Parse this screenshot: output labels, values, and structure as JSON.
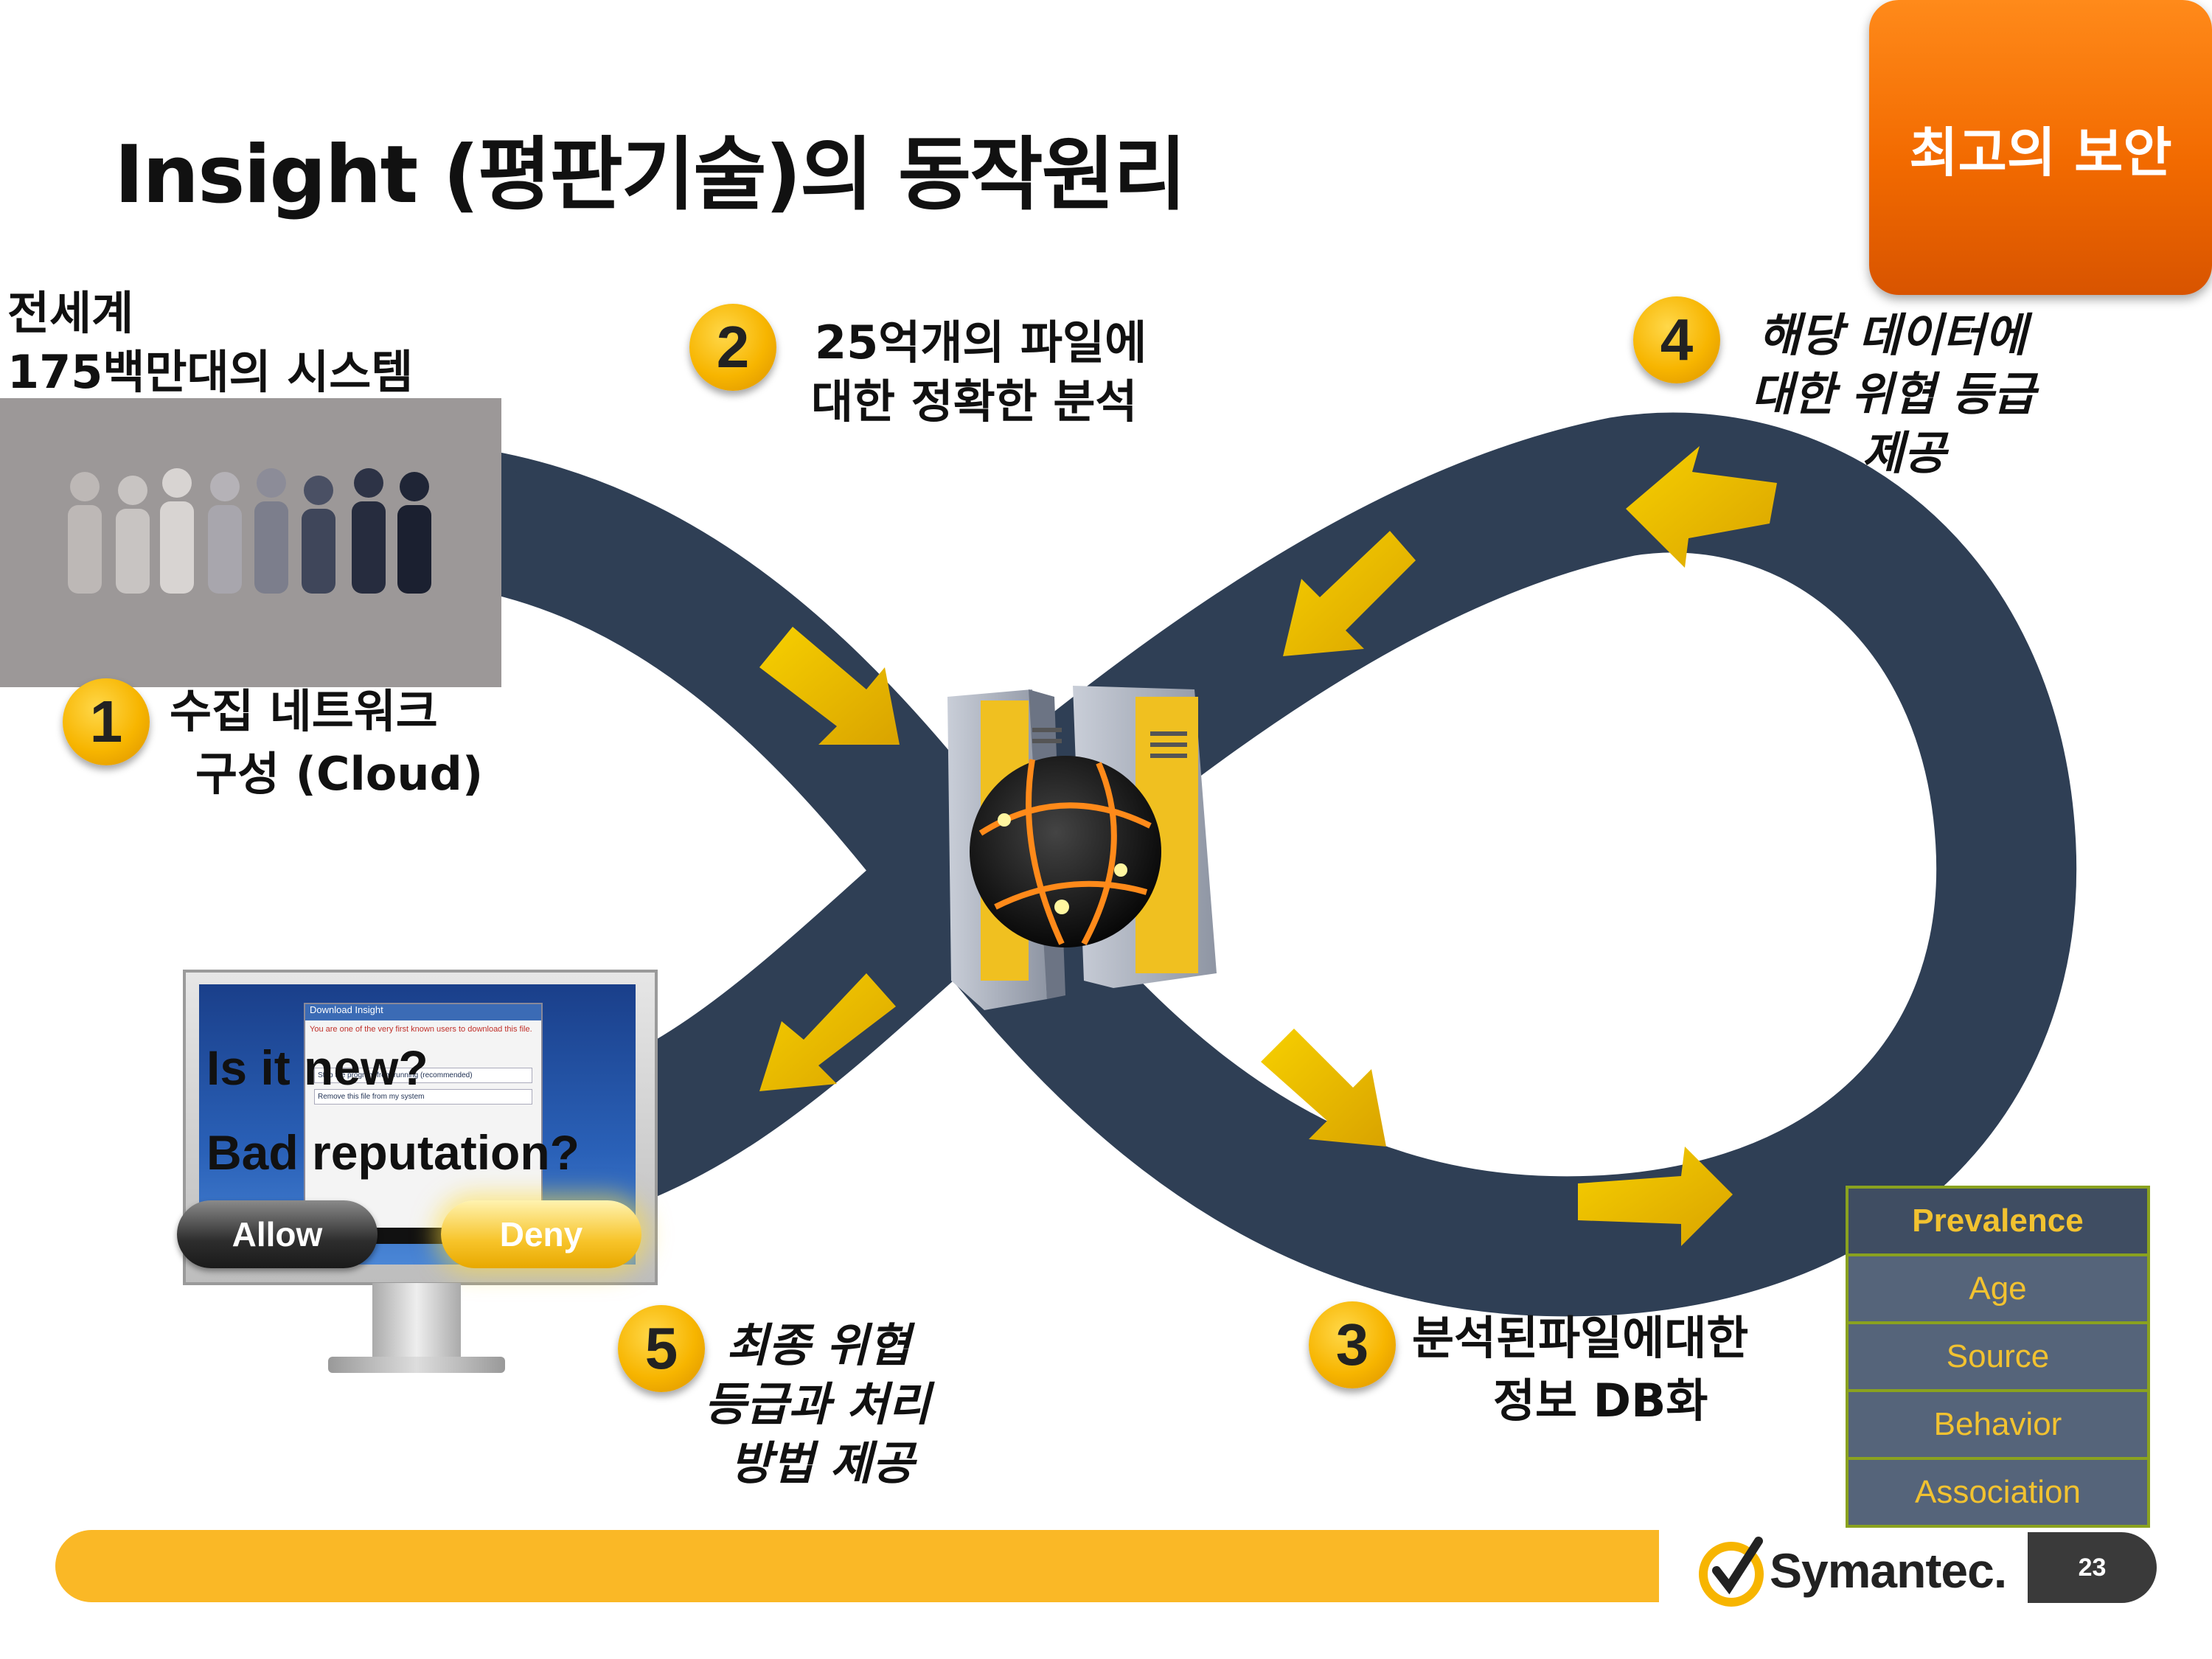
{
  "title": "Insight (평판기술)의 동작원리",
  "badge": "최고의 보안",
  "steps": [
    {
      "number": "1",
      "lines": [
        "수집 네트워크",
        "구성 (Cloud)"
      ]
    },
    {
      "number": "2",
      "lines": [
        "25억개의 파일에",
        "대한 정확한 분석"
      ]
    },
    {
      "number": "3",
      "lines": [
        "분석된파일에대한",
        "정보 DB화"
      ]
    },
    {
      "number": "4",
      "lines": [
        "해당 데이터에",
        "대한 위협 등급",
        "제공"
      ]
    },
    {
      "number": "5",
      "lines": [
        "최종 위협",
        "등급과 처리",
        "방법 제공"
      ]
    }
  ],
  "population_label": [
    "전세계",
    "175백만대의 시스템"
  ],
  "monitor": {
    "question1": "Is it new?",
    "question2": "Bad reputation?",
    "allow": "Allow",
    "deny": "Deny",
    "window_title": "Download Insight",
    "warning_text": "You are one of the very first known users to download this file.",
    "option_remove": "Remove this file from my system",
    "option_stop": "Stop the program from running (recommended)"
  },
  "factors": [
    "Prevalence",
    "Age",
    "Source",
    "Behavior",
    "Association"
  ],
  "footer": {
    "logo": "Symantec.",
    "page": "23"
  },
  "colors": {
    "road": "#2f3f55",
    "arrow": "#f2c10a",
    "badge": "#f26a00",
    "bar": "#fab826"
  }
}
